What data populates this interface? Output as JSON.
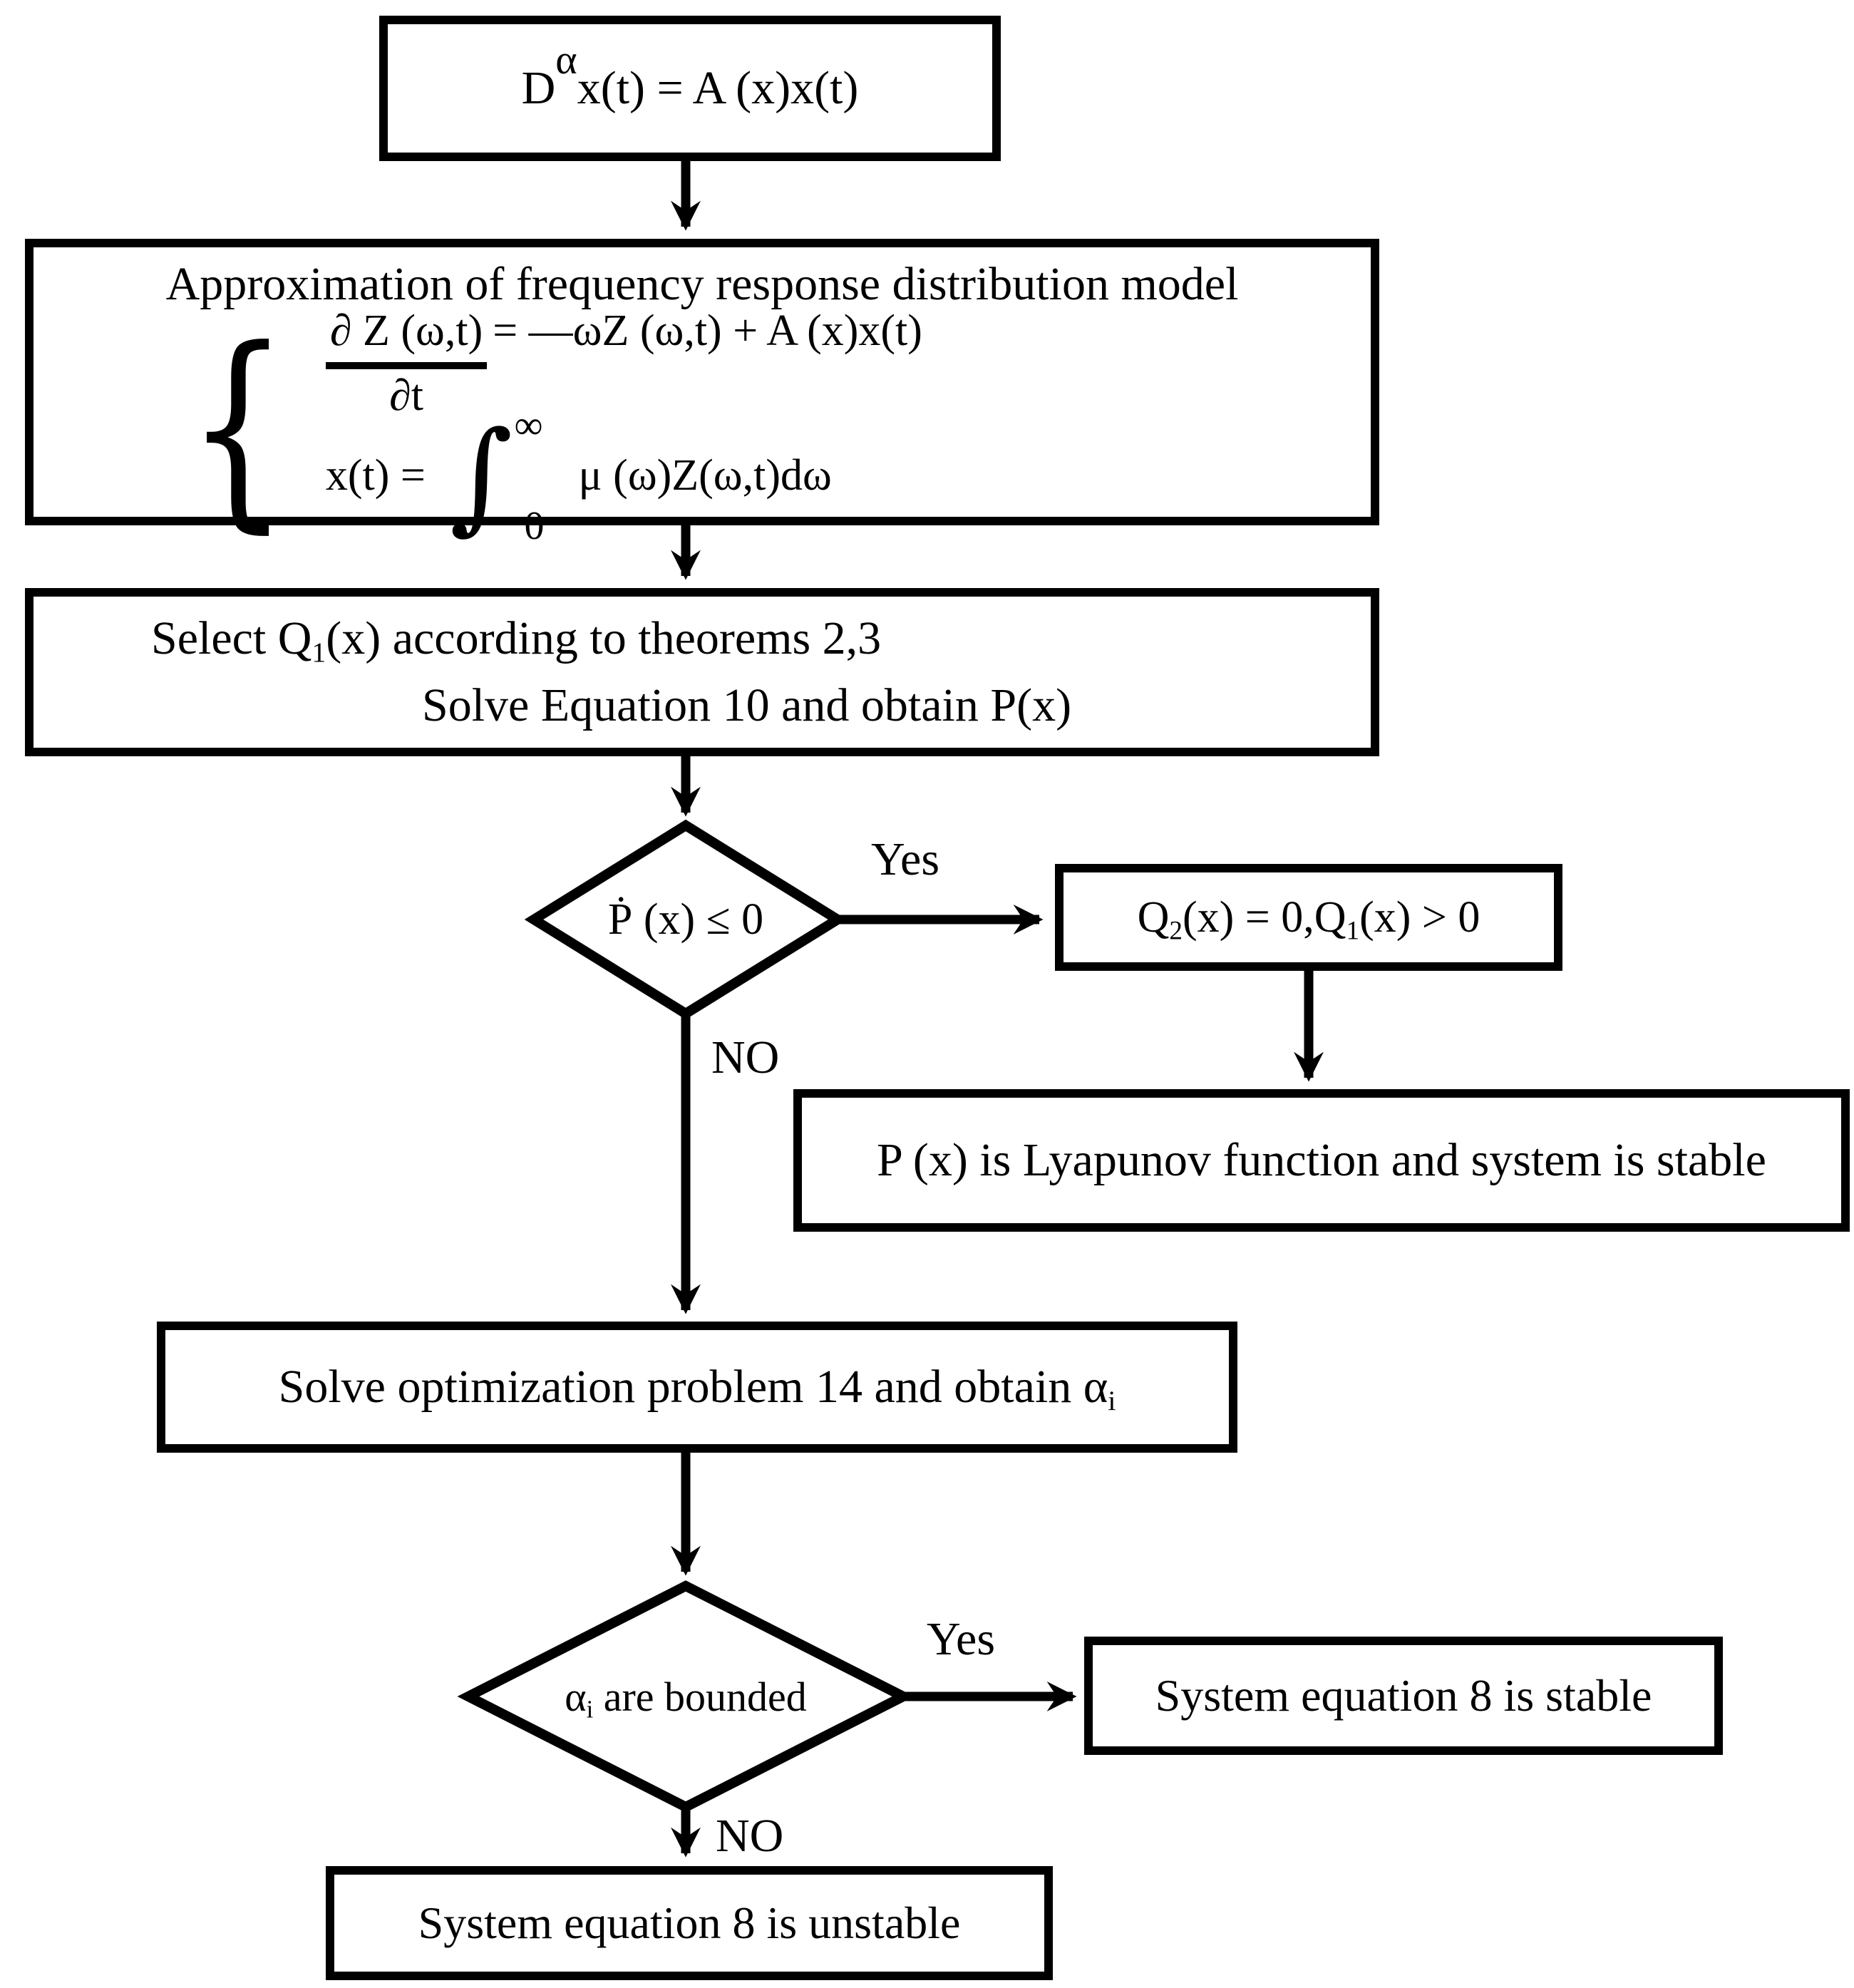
{
  "page": {
    "background": "#ffffff",
    "ink": "#000000"
  },
  "nodes": {
    "start": {
      "d": "D",
      "alpha_sup": "α",
      "rest": "x(t) = A (x)x(t)"
    },
    "approx": {
      "title": "Approximation of frequency response distribution model",
      "brace": "{",
      "eq1": {
        "numerator": "∂ Z (ω,t)",
        "denominator": "∂t",
        "rhs": "= —ωZ (ω,t) + A (x)x(t)"
      },
      "eq2": {
        "lhs": "x(t) =",
        "integral": "∫",
        "upper_limit": "∞",
        "lower_limit": "0",
        "rhs": "μ (ω)Z(ω,t)dω"
      }
    },
    "select": {
      "line1_pre": "Select Q",
      "line1_sub": "1",
      "line1_post": "(x) according to theorems  2,3",
      "line2": "Solve Equation 10 and obtain P(x)"
    },
    "decision1": {
      "text": "Ṗ (x) ≤ 0"
    },
    "q2": {
      "pre": "Q",
      "sub_a": "2",
      "mid": "(x) = 0,Q",
      "sub_b": "1",
      "post": "(x) > 0"
    },
    "lyapunov": {
      "text": "P (x) is Lyapunov function and system is stable"
    },
    "optimize": {
      "pre": "Solve optimization problem 14 and obtain α",
      "sub": "i"
    },
    "decision2": {
      "pre": "α",
      "sub": "i",
      "post": " are bounded"
    },
    "stable": {
      "text": "System equation 8 is stable"
    },
    "unstable": {
      "text": "System equation 8 is unstable"
    }
  },
  "labels": {
    "yes1": "Yes",
    "no1": "NO",
    "yes2": "Yes",
    "no2": "NO"
  }
}
